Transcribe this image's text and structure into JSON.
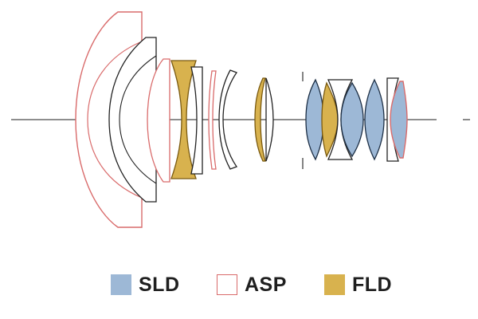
{
  "diagram": {
    "axis_color": "#4a4a4a",
    "colors": {
      "SLD": "#9db8d6",
      "ASP": "#d96b6b",
      "FLD": "#d8b24e",
      "normal": "#222222"
    }
  },
  "legend": {
    "items": [
      {
        "key": "SLD",
        "label": "SLD",
        "swatch_fill": "#9db8d6",
        "swatch_border": "#9db8d6"
      },
      {
        "key": "ASP",
        "label": "ASP",
        "swatch_fill": "#ffffff",
        "swatch_border": "#d96b6b"
      },
      {
        "key": "FLD",
        "label": "FLD",
        "swatch_fill": "#d8b24e",
        "swatch_border": "#d8b24e"
      }
    ]
  }
}
